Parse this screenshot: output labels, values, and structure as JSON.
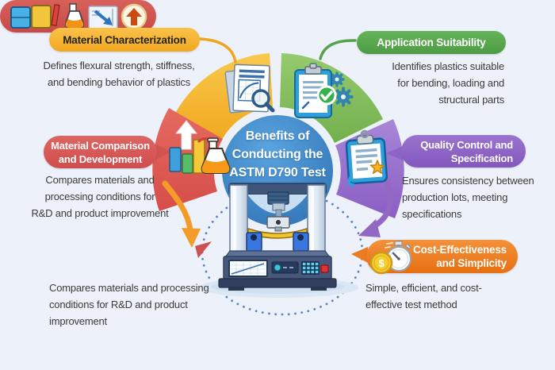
{
  "center": {
    "title_lines": [
      "Benefits of",
      "Conducting the",
      "ASTM D790 Test"
    ],
    "color": "#3a86c8"
  },
  "callouts": {
    "material_characterization": {
      "label": "Material Characterization",
      "desc_lines": [
        "Defines flexural strength, stiffness,",
        "and bending behavior of plastics"
      ],
      "color": "#f5b02c"
    },
    "application_suitability": {
      "label": "Application Suitability",
      "desc_lines": [
        "Identifies plastics suitable",
        "for bending, loading and",
        "structural parts"
      ],
      "color": "#55a34a"
    },
    "material_comparison": {
      "label_lines": [
        "Material Comparison",
        "and Development"
      ],
      "desc_lines": [
        "Compares materials and",
        "processing conditions for",
        "R&D and product improvement"
      ],
      "color": "#d65756"
    },
    "quality_control": {
      "label_lines": [
        "Quality Control and",
        "Specification"
      ],
      "desc_lines": [
        "Ensures consistency between",
        "production lots, meeting",
        "specifications"
      ],
      "color": "#8e64c6"
    },
    "materials_processing": {
      "desc_lines": [
        "Compares materials and processing",
        "conditions for R&D and product",
        "improvement"
      ],
      "color": "#cd5150"
    },
    "cost_effectiveness": {
      "label_lines": [
        "Cost-Effectiveness",
        "and Simplicity"
      ],
      "desc_lines": [
        "Simple, efficient, and cost-",
        "effective test method"
      ],
      "color": "#ed7b1f",
      "coin_symbol": "$"
    }
  }
}
